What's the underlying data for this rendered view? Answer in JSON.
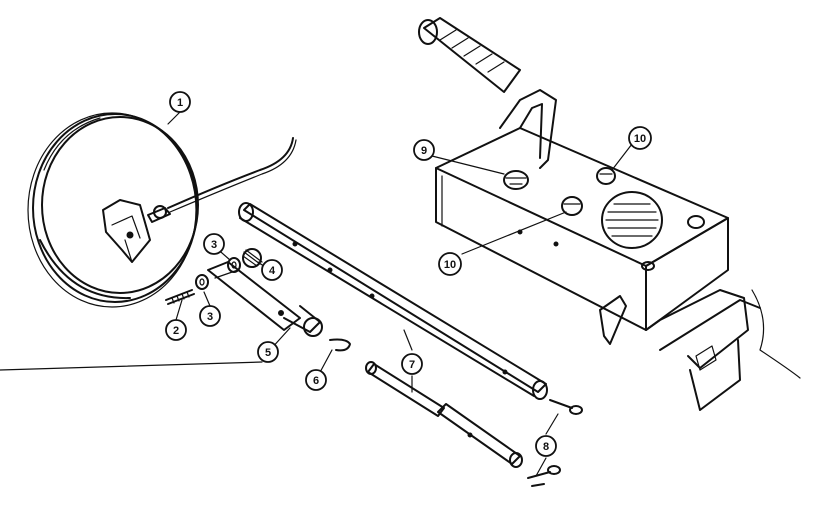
{
  "callouts": [
    {
      "id": "c1",
      "label": "1"
    },
    {
      "id": "c2",
      "label": "2"
    },
    {
      "id": "c3a",
      "label": "3"
    },
    {
      "id": "c3b",
      "label": "3"
    },
    {
      "id": "c4",
      "label": "4"
    },
    {
      "id": "c5",
      "label": "5"
    },
    {
      "id": "c6",
      "label": "6"
    },
    {
      "id": "c7",
      "label": "7"
    },
    {
      "id": "c8",
      "label": "8"
    },
    {
      "id": "c9",
      "label": "9"
    },
    {
      "id": "c10a",
      "label": "10"
    },
    {
      "id": "c10b",
      "label": "10"
    }
  ]
}
